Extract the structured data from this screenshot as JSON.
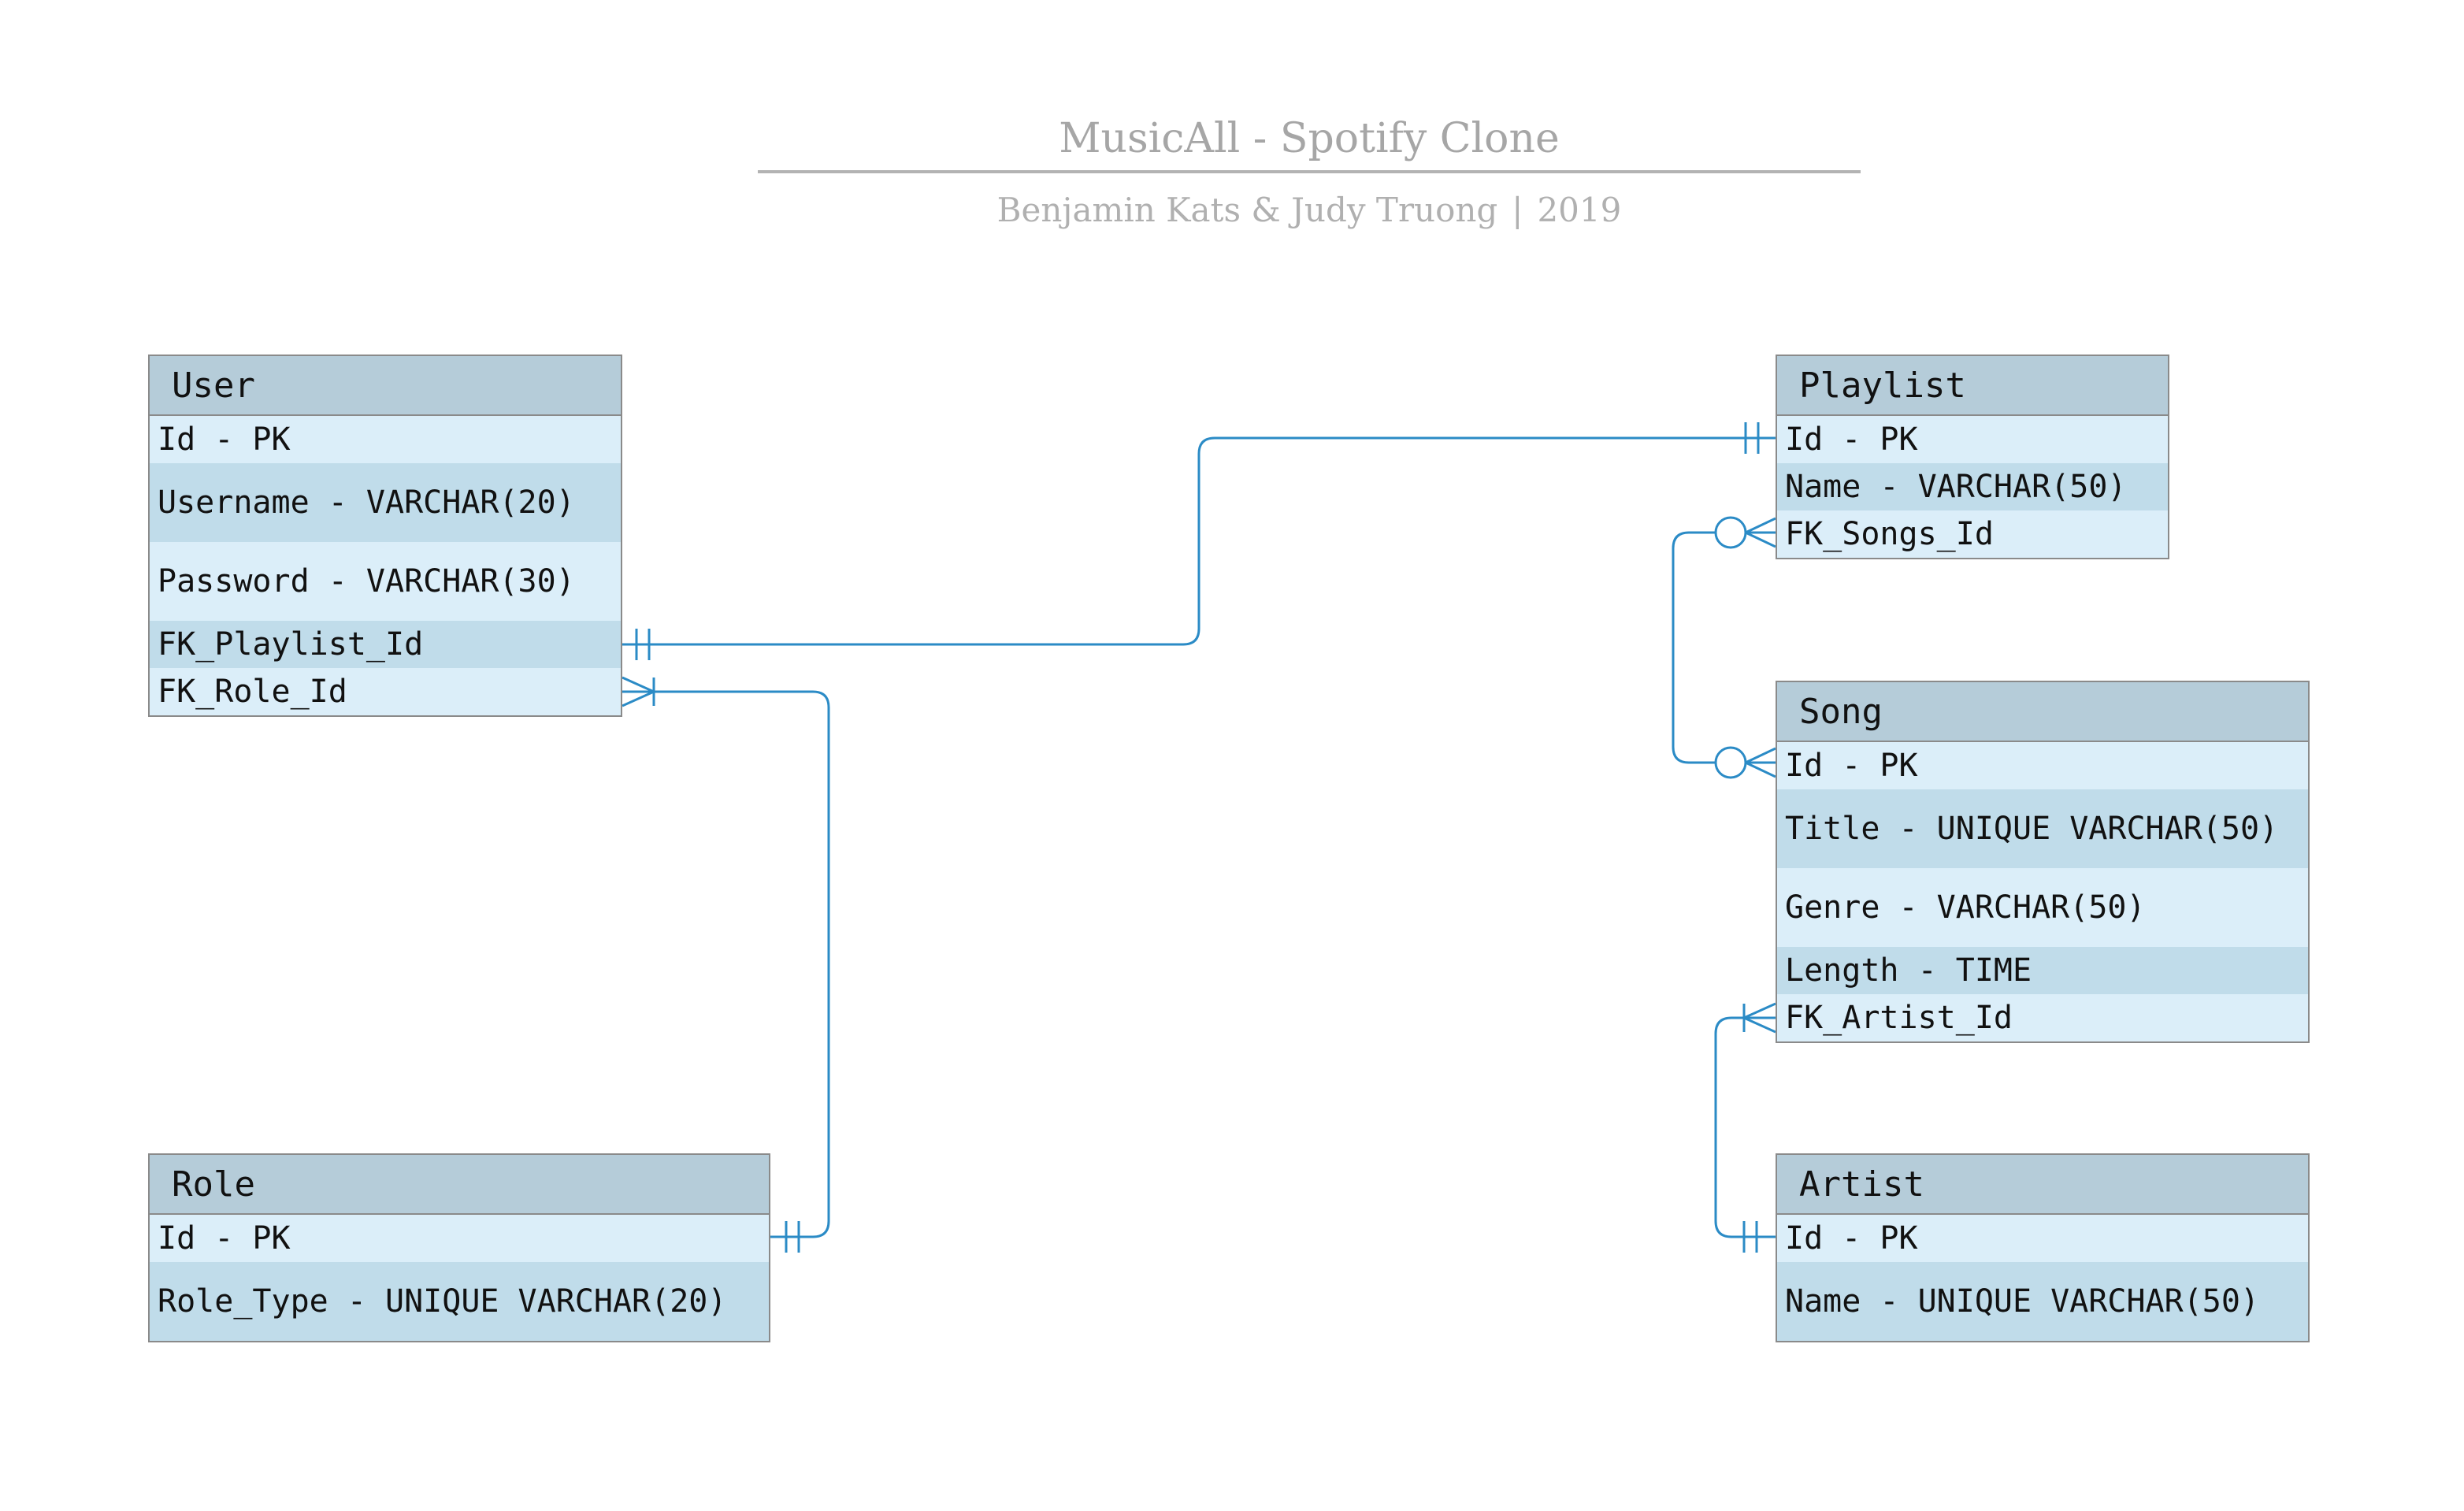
{
  "header": {
    "title": "MusicAll - Spotify Clone",
    "authors": "Benjamin Kats & Judy Truong",
    "separator": "|",
    "year": "2019"
  },
  "colors": {
    "header_fill": "#b5ccd9",
    "row_light": "#dbeef9",
    "row_dark": "#c0dcea",
    "connector": "#2b8bc6",
    "title_text": "#a6a6a6"
  },
  "entities": {
    "user": {
      "name": "User",
      "fields": [
        "Id - PK",
        "Username - VARCHAR(20)",
        "Password - VARCHAR(30)",
        "FK_Playlist_Id",
        "FK_Role_Id"
      ]
    },
    "role": {
      "name": "Role",
      "fields": [
        "Id - PK",
        "Role_Type - UNIQUE VARCHAR(20)"
      ]
    },
    "playlist": {
      "name": "Playlist",
      "fields": [
        "Id - PK",
        "Name - VARCHAR(50)",
        "FK_Songs_Id"
      ]
    },
    "song": {
      "name": "Song",
      "fields": [
        "Id - PK",
        "Title - UNIQUE VARCHAR(50)",
        "Genre - VARCHAR(50)",
        "Length - TIME",
        "FK_Artist_Id"
      ]
    },
    "artist": {
      "name": "Artist",
      "fields": [
        "Id - PK",
        "Name - UNIQUE VARCHAR(50)"
      ]
    }
  },
  "relationships": [
    {
      "from": "User.FK_Playlist_Id",
      "to": "Playlist.Id",
      "from_end": "one-and-only-one",
      "to_end": "one-and-only-one"
    },
    {
      "from": "User.FK_Role_Id",
      "to": "Role.Id",
      "from_end": "one-or-many",
      "to_end": "one-and-only-one"
    },
    {
      "from": "Playlist.FK_Songs_Id",
      "to": "Song.Id",
      "from_end": "zero-or-many",
      "to_end": "zero-or-many"
    },
    {
      "from": "Song.FK_Artist_Id",
      "to": "Artist.Id",
      "from_end": "one-or-many",
      "to_end": "one-and-only-one"
    }
  ]
}
